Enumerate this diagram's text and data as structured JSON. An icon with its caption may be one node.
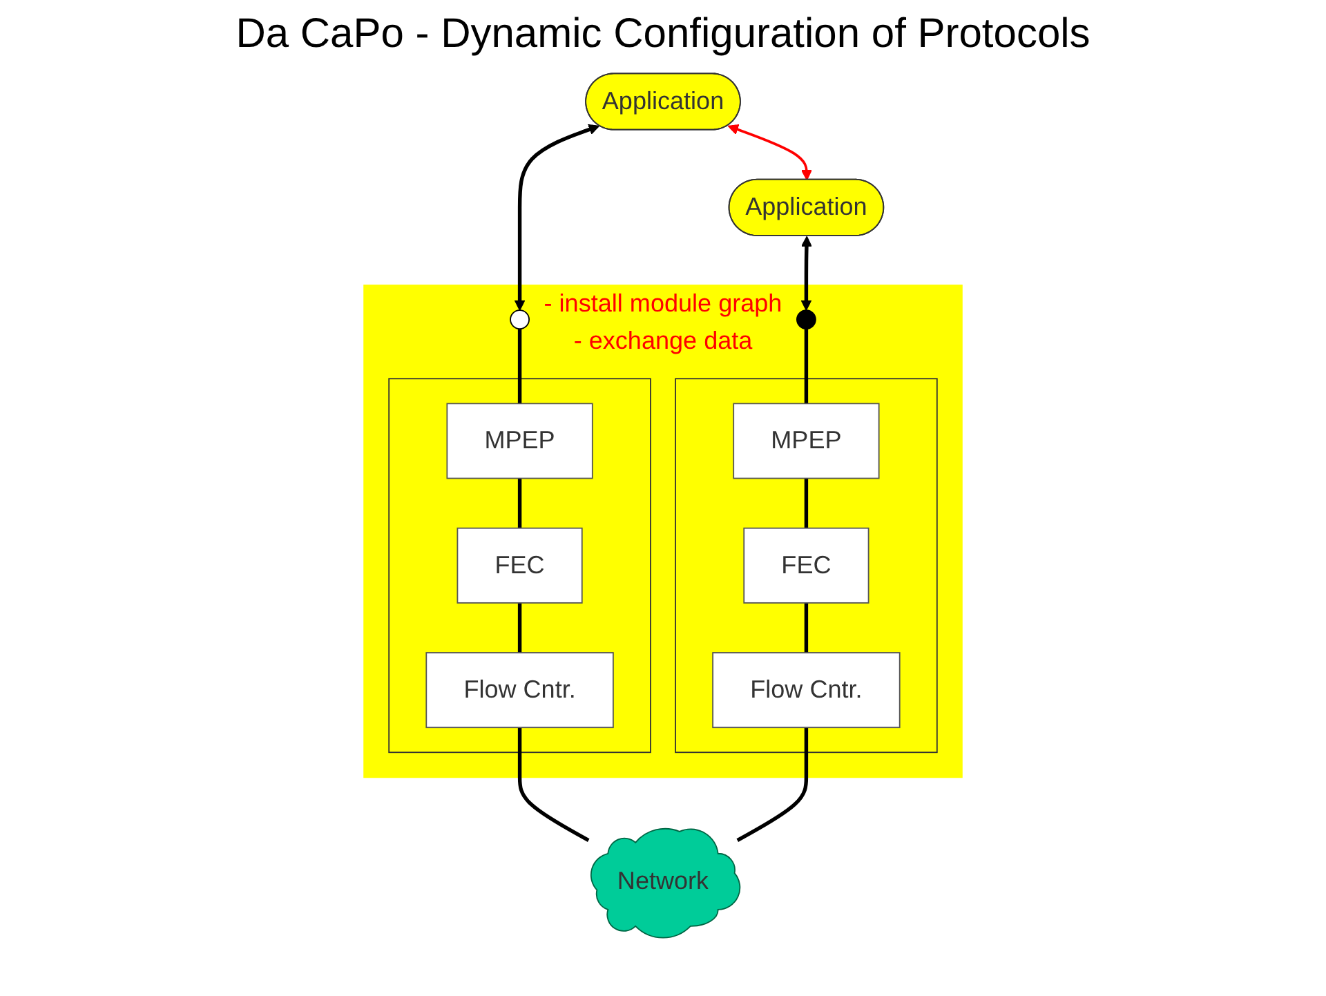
{
  "diagram": {
    "title": "Da CaPo - Dynamic Configuration of Protocols",
    "nodes": [
      {
        "text": [
          "Application"
        ]
      },
      {
        "text": [
          "Application"
        ]
      },
      {
        "text": [
          "- install module graph",
          "- exchange data"
        ]
      },
      {
        "text": [],
        "shape": "box",
        "in": 2
      },
      {
        "text": [],
        "shape": "circle",
        "in": 2
      },
      {
        "text": [
          "MPEP"
        ],
        "in": 3
      },
      {
        "text": [
          "FEC"
        ],
        "in": 3
      },
      {
        "text": [
          "Flow Cntr."
        ],
        "in": 3
      },
      {
        "text": [],
        "shape": "box",
        "in": 2
      },
      {
        "text": [],
        "shape": "circle",
        "in": 2
      },
      {
        "text": [
          "MPEP"
        ],
        "in": 8
      },
      {
        "text": [
          "FEC"
        ],
        "in": 8
      },
      {
        "text": [
          "Flow Cntr."
        ],
        "in": 8
      },
      {
        "text": [
          "Network"
        ]
      }
    ],
    "edges": [
      {
        "from": 0,
        "to": 1,
        "arrow": "both",
        "color": "#ff0000"
      },
      {
        "from": 0,
        "to": 4,
        "arrow": "both"
      },
      {
        "from": 4,
        "to": 5,
        "arrow": "none"
      },
      {
        "from": 5,
        "to": 6,
        "arrow": "none"
      },
      {
        "from": 6,
        "to": 7,
        "arrow": "none"
      },
      {
        "from": 7,
        "to": 13,
        "arrow": "none"
      },
      {
        "from": 1,
        "to": 9,
        "arrow": "both"
      },
      {
        "from": 9,
        "to": 10,
        "arrow": "none"
      },
      {
        "from": 10,
        "to": 11,
        "arrow": "none"
      },
      {
        "from": 11,
        "to": 12,
        "arrow": "none"
      },
      {
        "from": 12,
        "to": 13,
        "arrow": "none"
      }
    ]
  }
}
